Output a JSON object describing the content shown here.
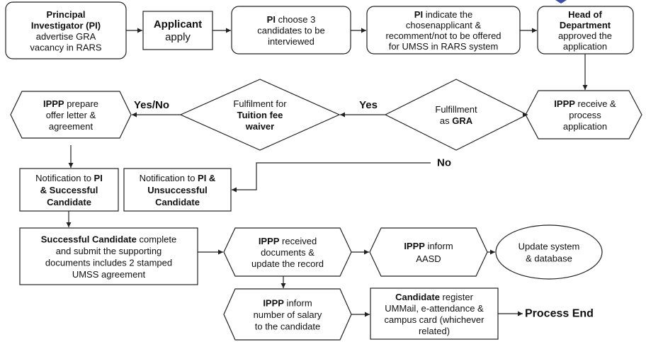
{
  "colors": {
    "stroke": "#222222",
    "text": "#111111",
    "badge": "#3b4ea8"
  },
  "nodes": {
    "pi_advertise": {
      "lines": [
        [
          [
            "Principal",
            true
          ]
        ],
        [
          [
            "Investigator (PI)",
            true
          ]
        ],
        [
          [
            "advertise GRA",
            false
          ]
        ],
        [
          [
            "vacancy in RARS",
            false
          ]
        ]
      ]
    },
    "applicant": {
      "lines": [
        [
          [
            "Applicant",
            true
          ]
        ],
        [
          [
            "apply",
            false
          ]
        ]
      ]
    },
    "pi_choose": {
      "lines": [
        [
          [
            "PI",
            true
          ],
          [
            " choose 3",
            false
          ]
        ],
        [
          [
            "candidates to be",
            false
          ]
        ],
        [
          [
            "interviewed",
            false
          ]
        ]
      ]
    },
    "pi_indicate": {
      "lines": [
        [
          [
            "PI",
            true
          ],
          [
            " indicate the",
            false
          ]
        ],
        [
          [
            "chosenapplicant &",
            false
          ]
        ],
        [
          [
            "recomment/not to be offered",
            false
          ]
        ],
        [
          [
            "for UMSS in RARS system",
            false
          ]
        ]
      ]
    },
    "hod": {
      "lines": [
        [
          [
            "Head of",
            true
          ]
        ],
        [
          [
            "Department",
            true
          ]
        ],
        [
          [
            "approved the",
            false
          ]
        ],
        [
          [
            "application",
            false
          ]
        ]
      ]
    },
    "ippp_receive": {
      "lines": [
        [
          [
            "IPPP",
            true
          ],
          [
            " receive &",
            false
          ]
        ],
        [
          [
            "process",
            false
          ]
        ],
        [
          [
            "application",
            false
          ]
        ]
      ]
    },
    "gra": {
      "lines": [
        [
          [
            "Fulfillment",
            false
          ]
        ],
        [
          [
            "as ",
            false
          ],
          [
            "GRA",
            true
          ]
        ]
      ]
    },
    "tuition": {
      "lines": [
        [
          [
            "Fulfilment for",
            false
          ]
        ],
        [
          [
            "Tuition fee",
            true
          ]
        ],
        [
          [
            "waiver",
            true
          ]
        ]
      ]
    },
    "ippp_offer": {
      "lines": [
        [
          [
            "IPPP",
            true
          ],
          [
            " prepare",
            false
          ]
        ],
        [
          [
            "offer letter &",
            false
          ]
        ],
        [
          [
            "agreement",
            false
          ]
        ]
      ]
    },
    "notif_success": {
      "lines": [
        [
          [
            "Notification to ",
            false
          ],
          [
            "PI",
            true
          ]
        ],
        [
          [
            "& Successful",
            true
          ]
        ],
        [
          [
            "Candidate",
            true
          ]
        ]
      ]
    },
    "notif_unsuccess": {
      "lines": [
        [
          [
            "Notification to ",
            false
          ],
          [
            "PI &",
            true
          ]
        ],
        [
          [
            "Unsuccessful",
            true
          ]
        ],
        [
          [
            "Candidate",
            true
          ]
        ]
      ]
    },
    "submit_docs": {
      "lines": [
        [
          [
            "Successful Candidate",
            true
          ],
          [
            " complete",
            false
          ]
        ],
        [
          [
            "and submit the supporting",
            false
          ]
        ],
        [
          [
            "documents includes 2 stamped",
            false
          ]
        ],
        [
          [
            "UMSS agreement",
            false
          ]
        ]
      ]
    },
    "ippp_docs": {
      "lines": [
        [
          [
            "IPPP",
            true
          ],
          [
            " received",
            false
          ]
        ],
        [
          [
            "documents &",
            false
          ]
        ],
        [
          [
            "update the record",
            false
          ]
        ]
      ]
    },
    "ippp_aasd": {
      "lines": [
        [
          [
            "IPPP",
            true
          ],
          [
            " inform",
            false
          ]
        ],
        [
          [
            "AASD",
            false
          ]
        ]
      ]
    },
    "update_system": {
      "lines": [
        [
          [
            "Update system",
            false
          ]
        ],
        [
          [
            "& database",
            false
          ]
        ]
      ]
    },
    "ippp_salary": {
      "lines": [
        [
          [
            "IPPP",
            true
          ],
          [
            " inform",
            false
          ]
        ],
        [
          [
            "number of salary",
            false
          ]
        ],
        [
          [
            "to the candidate",
            false
          ]
        ]
      ]
    },
    "candidate_reg": {
      "lines": [
        [
          [
            "Candidate",
            true
          ],
          [
            " register",
            false
          ]
        ],
        [
          [
            "UMMail,  e-attendance &",
            false
          ]
        ],
        [
          [
            "campus card (whichever",
            false
          ]
        ],
        [
          [
            "related)",
            false
          ]
        ]
      ]
    }
  },
  "labels": {
    "yes": "Yes",
    "yes_no": "Yes/No",
    "no": "No",
    "process_end": "Process End"
  }
}
